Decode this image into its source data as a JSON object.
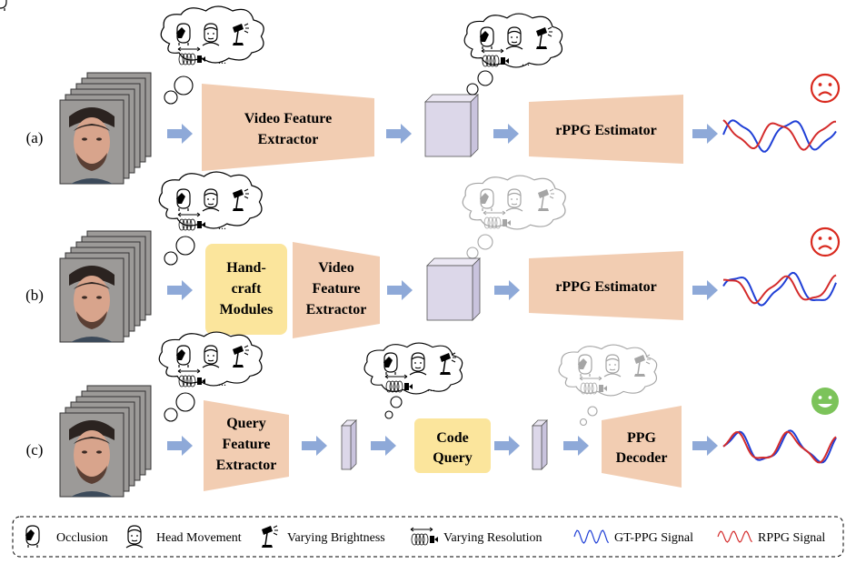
{
  "rows": [
    {
      "tag": "(a)",
      "blocks": [
        {
          "lines": [
            "Video Feature",
            "Extractor"
          ]
        },
        {
          "lines": [
            "rPPG Estimator"
          ]
        }
      ],
      "outcome": "sad"
    },
    {
      "tag": "(b)",
      "blocks": [
        {
          "lines": [
            "Hand-",
            "craft",
            "Modules"
          ]
        },
        {
          "lines": [
            "Video",
            "Feature",
            "Extractor"
          ]
        },
        {
          "lines": [
            "rPPG Estimator"
          ]
        }
      ],
      "outcome": "sad"
    },
    {
      "tag": "(c)",
      "blocks": [
        {
          "lines": [
            "Query",
            "Feature",
            "Extractor"
          ]
        },
        {
          "lines": [
            "Code",
            "Query"
          ]
        },
        {
          "lines": [
            "PPG",
            "Decoder"
          ]
        }
      ],
      "outcome": "happy"
    }
  ],
  "cloud_ellipsis": "...",
  "legend": {
    "occlusion": "Occlusion",
    "head_movement": "Head Movement",
    "varying_brightness": "Varying Brightness",
    "varying_resolution": "Varying Resolution",
    "gt_ppg": "GT-PPG Signal",
    "rppg": "RPPG Signal"
  },
  "colors": {
    "extractor": "#f2cdb2",
    "module": "#fbe59c",
    "feature_cube": "#dcd7e9",
    "arrow": "#8ea9d8",
    "gt_signal": "#1f3fd6",
    "rppg_signal": "#d42b2b",
    "sad_face": "#d92a1f",
    "happy_face": "#7cc35a"
  }
}
